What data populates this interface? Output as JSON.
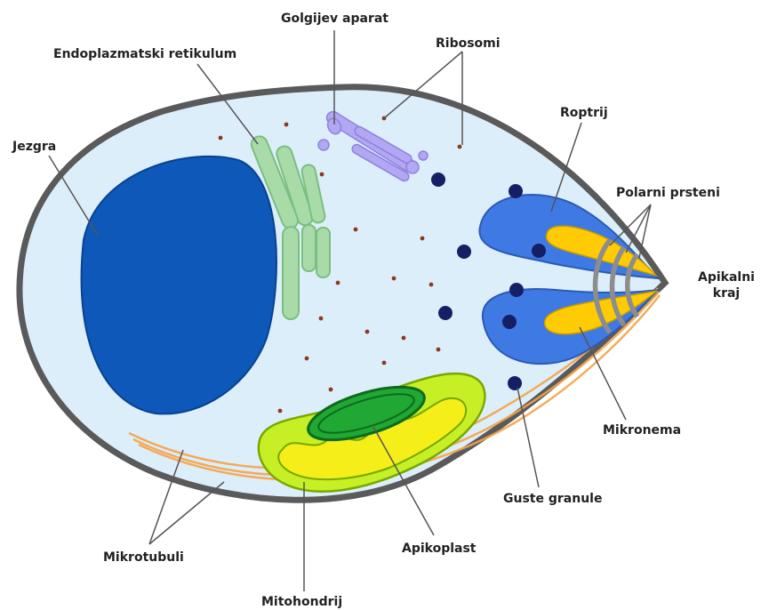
{
  "labels": {
    "golgi": "Golgijev aparat",
    "er": "Endoplazmatski retikulum",
    "ribosomes": "Ribosomi",
    "rhoptry": "Roptrij",
    "nucleus": "Jezgra",
    "polar_rings": "Polarni prsteni",
    "apical_end_line1": "Apikalni",
    "apical_end_line2": "kraj",
    "micronemes": "Mikronema",
    "dense_granules": "Guste granule",
    "microtubules": "Mikrotubuli",
    "apicoplast": "Apikoplast",
    "mitochondrion": "Mitohondrij"
  },
  "colors": {
    "membrane": "#5a5a5a",
    "cytoplasm": "#ddeefb",
    "nucleus": "#0d58b8",
    "er": "#a8dba8",
    "golgi": "#b1a7f2",
    "ribosome": "#8a3b1e",
    "rhoptry": "#3f79e3",
    "microneme": "#fecb05",
    "dense_granule": "#141f66",
    "mitochondrion": "#c6ef25",
    "apicoplast": "#1fa833",
    "microtubule": "#f4a44a",
    "polar_ring": "#8d8d8d"
  }
}
